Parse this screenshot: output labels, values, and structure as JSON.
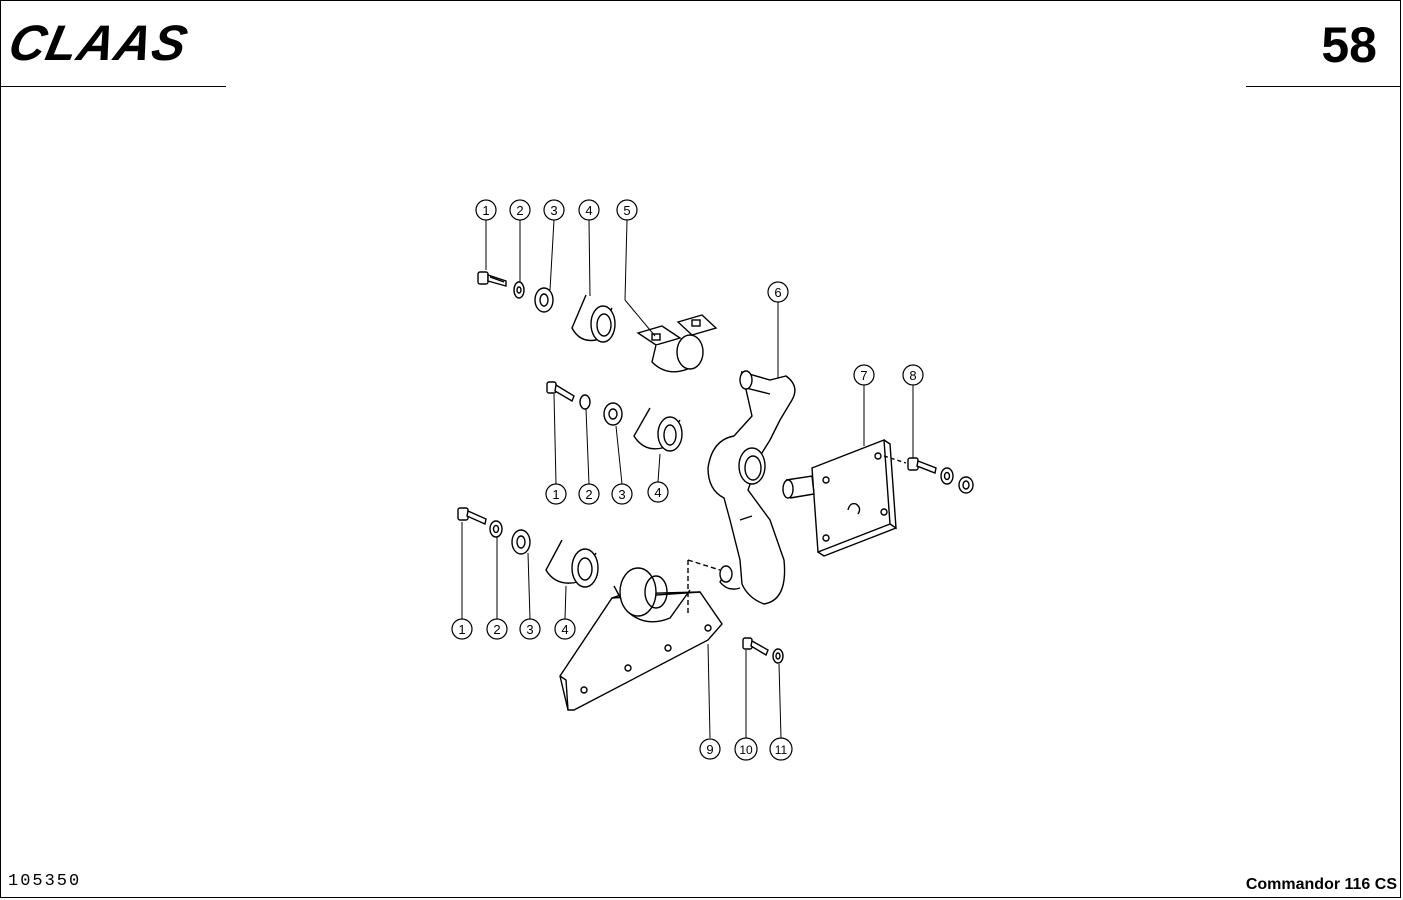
{
  "header": {
    "brand_logo_text": "CLAAS",
    "page_number": "58"
  },
  "footer": {
    "document_number": "105350",
    "model_name": "Commandor 116 CS"
  },
  "callouts": {
    "c1": "1",
    "c2": "2",
    "c3": "3",
    "c4": "4",
    "c5": "5",
    "c6": "6",
    "c7": "7",
    "c8": "8",
    "c9": "9",
    "c10": "10",
    "c11": "11"
  }
}
